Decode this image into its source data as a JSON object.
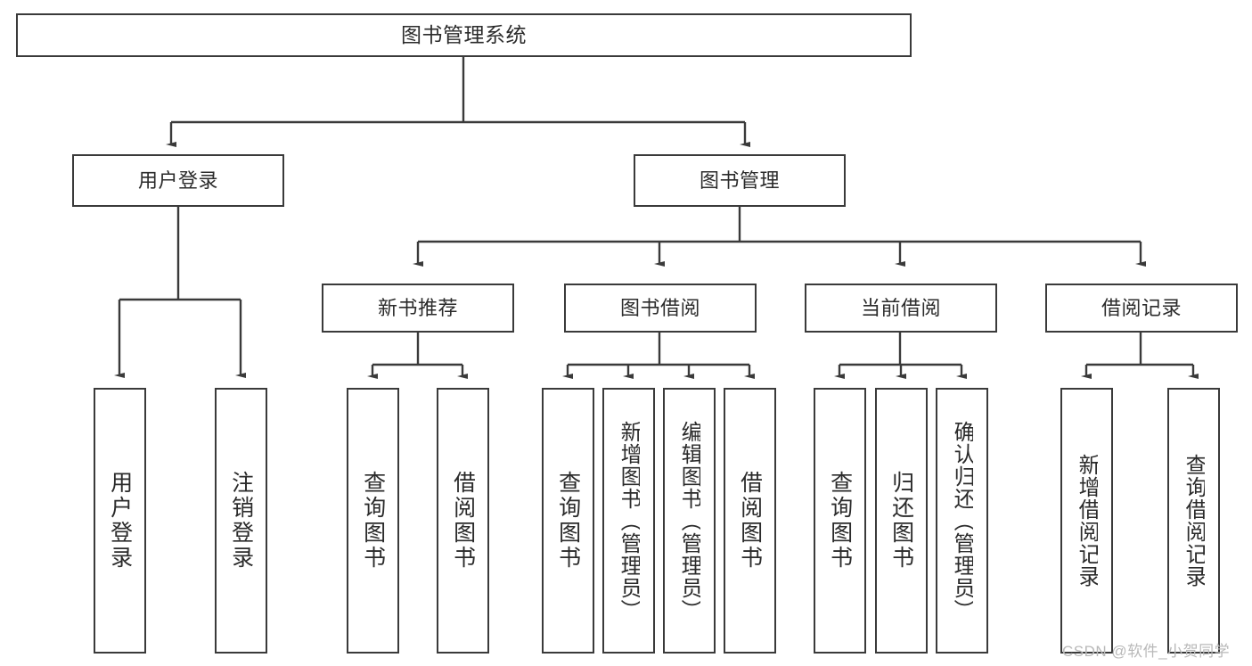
{
  "diagram": {
    "title": "图书管理系统",
    "type": "hierarchy-tree",
    "watermark": "CSDN @软件_小贺同学",
    "colors": {
      "box_border": "#3a3a3a",
      "box_fill": "#ffffff",
      "edge": "#3a3a3a",
      "text": "#2b2b2b",
      "background": "#ffffff",
      "watermark": "#b9b9b9"
    },
    "nodes": {
      "root": {
        "label": "图书管理系统"
      },
      "level2": [
        {
          "label": "用户登录"
        },
        {
          "label": "图书管理"
        }
      ],
      "level3": [
        {
          "label": "新书推荐"
        },
        {
          "label": "图书借阅"
        },
        {
          "label": "当前借阅"
        },
        {
          "label": "借阅记录"
        }
      ],
      "leaves_user_login": [
        {
          "label": "用户登录"
        },
        {
          "label": "注销登录"
        }
      ],
      "leaves_new_book": [
        {
          "label": "查询图书"
        },
        {
          "label": "借阅图书"
        }
      ],
      "leaves_borrow": [
        {
          "label": "查询图书"
        },
        {
          "label": "新增图书（管理员）"
        },
        {
          "label": "编辑图书（管理员）"
        },
        {
          "label": "借阅图书"
        }
      ],
      "leaves_current": [
        {
          "label": "查询图书"
        },
        {
          "label": "归还图书"
        },
        {
          "label": "确认归还（管理员）"
        }
      ],
      "leaves_record": [
        {
          "label": "新增借阅记录"
        },
        {
          "label": "查询借阅记录"
        }
      ]
    }
  }
}
